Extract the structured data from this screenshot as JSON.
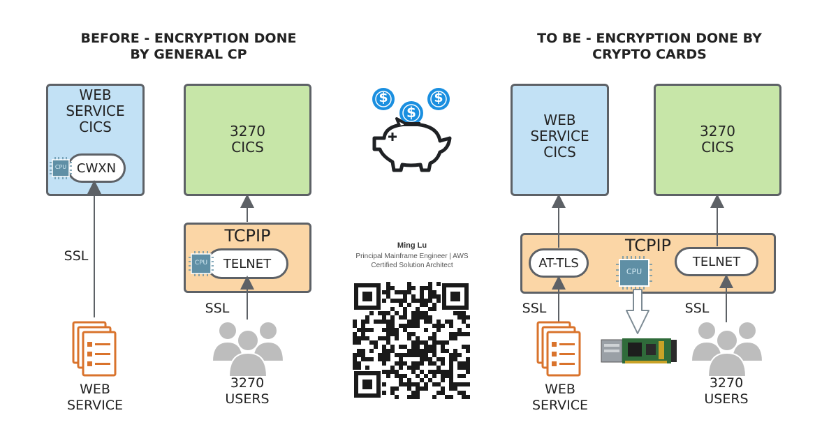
{
  "left": {
    "title_line1": "BEFORE - ENCRYPTION DONE",
    "title_line2": "BY GENERAL CP",
    "web_box": [
      "WEB",
      "SERVICE",
      "CICS"
    ],
    "cwxn": "CWXN",
    "cpu_label": "CPU",
    "cics_box": [
      "3270",
      "CICS"
    ],
    "tcpip": "TCPIP",
    "telnet": "TELNET",
    "ssl_web": "SSL",
    "ssl_users": "SSL",
    "web_service": [
      "WEB",
      "SERVICE"
    ],
    "users": [
      "3270",
      "USERS"
    ]
  },
  "right": {
    "title_line1": "TO BE - ENCRYPTION DONE BY",
    "title_line2": "CRYPTO CARDS",
    "web_box": [
      "WEB",
      "SERVICE",
      "CICS"
    ],
    "cics_box": [
      "3270",
      "CICS"
    ],
    "tcpip": "TCPIP",
    "attls": "AT-TLS",
    "telnet": "TELNET",
    "cpu_label": "CPU",
    "ssl_web": "SSL",
    "ssl_users": "SSL",
    "web_service": [
      "WEB",
      "SERVICE"
    ],
    "users": [
      "3270",
      "USERS"
    ]
  },
  "center": {
    "dollar_sign": "$",
    "author_name": "Ming Lu",
    "author_title_line1": "Principal Mainframe Engineer | AWS",
    "author_title_line2": "Certified Solution Architect"
  },
  "colors": {
    "web_box": "#c2e1f5",
    "cics_box": "#c7e6a8",
    "tcpip_box": "#fbd6a6",
    "border": "#5d6166",
    "document_icon": "#d9732c",
    "users_icon": "#bdbdbd",
    "dollar": "#1a8fe0",
    "chip": "#5f8fa5"
  }
}
